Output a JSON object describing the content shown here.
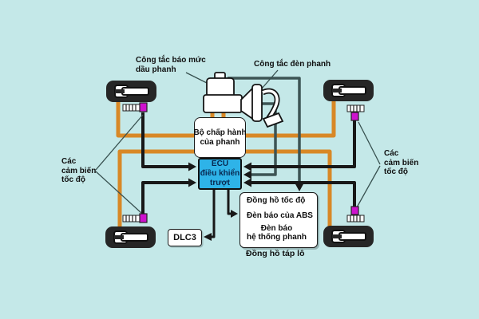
{
  "diagram_type": "ABS brake system wiring diagram",
  "colors": {
    "background": "#c4e8e8",
    "brake_fluid_line_orange": "#d88826",
    "sensor_wire_black": "#181818",
    "switch_wire_teal": "#3d5454",
    "ecu_fill_cyan": "#2eb3e8",
    "speed_sensor_magenta": "#ce12ce",
    "wheel_black": "#262626"
  },
  "labels": {
    "fluid_level_switch": "Công tắc báo mức\ndầu phanh",
    "brake_light_switch": "Công tắc đèn phanh",
    "speed_sensors_left": "Các\ncảm biến\ntốc độ",
    "speed_sensors_right": "Các\ncảm biến\ntốc độ",
    "dashboard_caption": "Đồng hồ táp lô"
  },
  "boxes": {
    "actuator": "Bộ chấp hành\ncủa phanh",
    "ecu": "ECU\nđiều khiển\ntrượt",
    "dlc3": "DLC3",
    "dashboard_items": [
      "Đồng hồ tốc độ",
      "Đèn báo của ABS",
      "Đèn báo\nhệ thống phanh"
    ]
  },
  "icons": {
    "wheels": [
      "wheel-front-left",
      "wheel-front-right",
      "wheel-rear-left",
      "wheel-rear-right"
    ],
    "speed_sensors": [
      "speed-sensor-front-left",
      "speed-sensor-front-right",
      "speed-sensor-rear-left",
      "speed-sensor-rear-right"
    ],
    "master_cylinder": "brake-master-cylinder-icon",
    "brake_pedal": "brake-pedal-icon"
  }
}
